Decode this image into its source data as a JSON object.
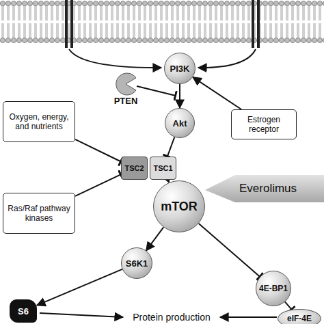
{
  "diagram": {
    "nodes": [
      {
        "text": [
          "PI3K"
        ]
      },
      {
        "text": [
          "PTEN"
        ]
      },
      {
        "text": [
          "Akt"
        ]
      },
      {
        "text": [
          "Estrogen receptor"
        ]
      },
      {
        "text": [
          "Oxygen, energy, and nutrients"
        ]
      },
      {
        "text": [
          "TSC2"
        ]
      },
      {
        "text": [
          "TSC1"
        ]
      },
      {
        "text": [
          "Ras/Raf pathway kinases"
        ]
      },
      {
        "text": [
          "mTOR"
        ]
      },
      {
        "text": [
          "Everolimus"
        ]
      },
      {
        "text": [
          "S6K1"
        ]
      },
      {
        "text": [
          "4E-BP1"
        ]
      },
      {
        "text": [
          "S6"
        ]
      },
      {
        "text": [
          "eIF-4E"
        ]
      }
    ],
    "edges": [
      {
        "from": 0,
        "to": 2,
        "arrow": "to"
      },
      {
        "from": 3,
        "to": 0,
        "arrow": "to"
      },
      {
        "from": 4,
        "to": 5,
        "arrow": "to"
      },
      {
        "from": 7,
        "to": 5,
        "arrow": "to"
      },
      {
        "from": 2,
        "to": 6,
        "arrow": "to"
      },
      {
        "from": 6,
        "to": 8,
        "arrow": "to"
      },
      {
        "from": 8,
        "to": 10,
        "arrow": "to"
      },
      {
        "from": 8,
        "to": 11,
        "arrow": "to"
      },
      {
        "from": 11,
        "to": 13,
        "arrow": "to"
      },
      {
        "from": 10,
        "to": 12,
        "arrow": "to"
      }
    ],
    "labels": [
      "Protein production"
    ]
  }
}
